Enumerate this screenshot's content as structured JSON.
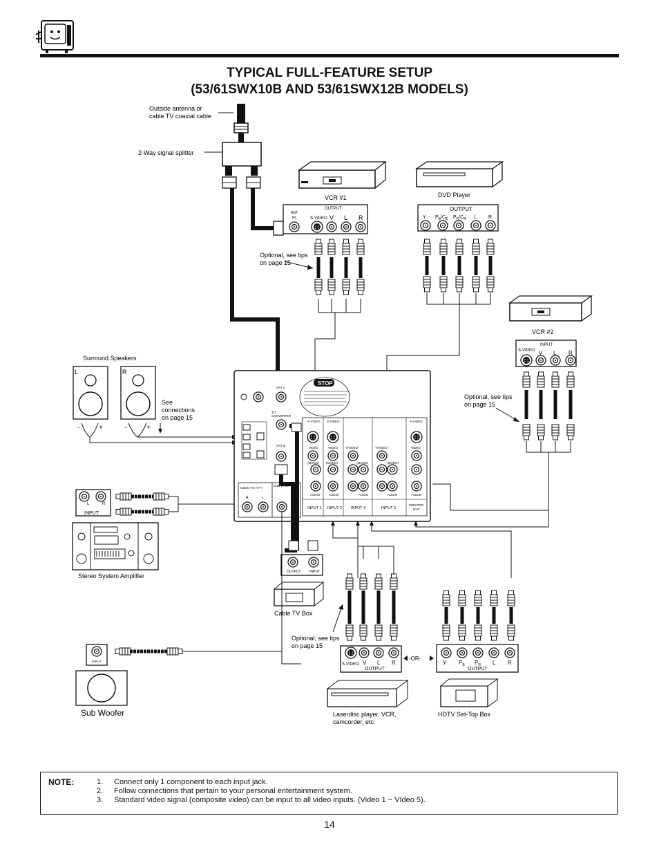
{
  "header": {
    "title_line1": "TYPICAL FULL-FEATURE SETUP",
    "title_line2": "(53/61SWX10B AND 53/61SWX12B MODELS)"
  },
  "labels": {
    "antenna": "Outside antenna or cable TV coaxial cable",
    "antenna_l1": "Outside antenna or",
    "antenna_l2": "cable TV coaxial cable",
    "splitter": "2-Way signal splitter",
    "vcr1": "VCR #1",
    "dvd": "DVD Player",
    "vcr2": "VCR #2",
    "optional_tips": "Optional, see tips",
    "on_page_15": "on page 15",
    "surround": "Surround Speakers",
    "see_conn_1": "See",
    "see_conn_2": "connections",
    "see_conn_3": "on page 15",
    "input": "INPUT",
    "stereo_amp": "Stereo System Amplifier",
    "sub_woofer": "Sub Woofer",
    "cable_box": "Cable TV Box",
    "laserdisc_1": "Laserdisc player, VCR,",
    "laserdisc_2": "camcorder, etc.",
    "hdtv_box": "HDTV Set-Top Box",
    "or": "-OR-",
    "output": "OUTPUT",
    "ant_in": "ANT IN",
    "s_video": "S-VIDEO",
    "v": "V",
    "l": "L",
    "r": "R",
    "y": "Y",
    "stop": "STOP"
  },
  "tv_panel": {
    "ant_a": "ANT A",
    "to_converter": "TO CONVERTER",
    "ant_b": "ANT B",
    "audio_to_hifi": "AUDIO TO HI-FI",
    "sub_woofer": "SUB WOOFER",
    "input1": "INPUT 1",
    "input2": "INPUT 2",
    "input4": "INPUT 4",
    "input5": "INPUT 5",
    "monitor_out": "MONITOR OUT",
    "video": "VIDEO",
    "y_video": "Y/VIDEO",
    "mono": "(MONO)",
    "audio": "AUDIO"
  },
  "note": {
    "heading": "NOTE:",
    "items": [
      {
        "num": "1.",
        "text": "Connect only 1 component to each input jack."
      },
      {
        "num": "2.",
        "text": "Follow connections that pertain to your personal entertainment system."
      },
      {
        "num": "3.",
        "text": "Standard video signal (composite video) can be input to all video inputs. (Video 1 ~ VIdeo 5)."
      }
    ]
  },
  "page_number": "14"
}
